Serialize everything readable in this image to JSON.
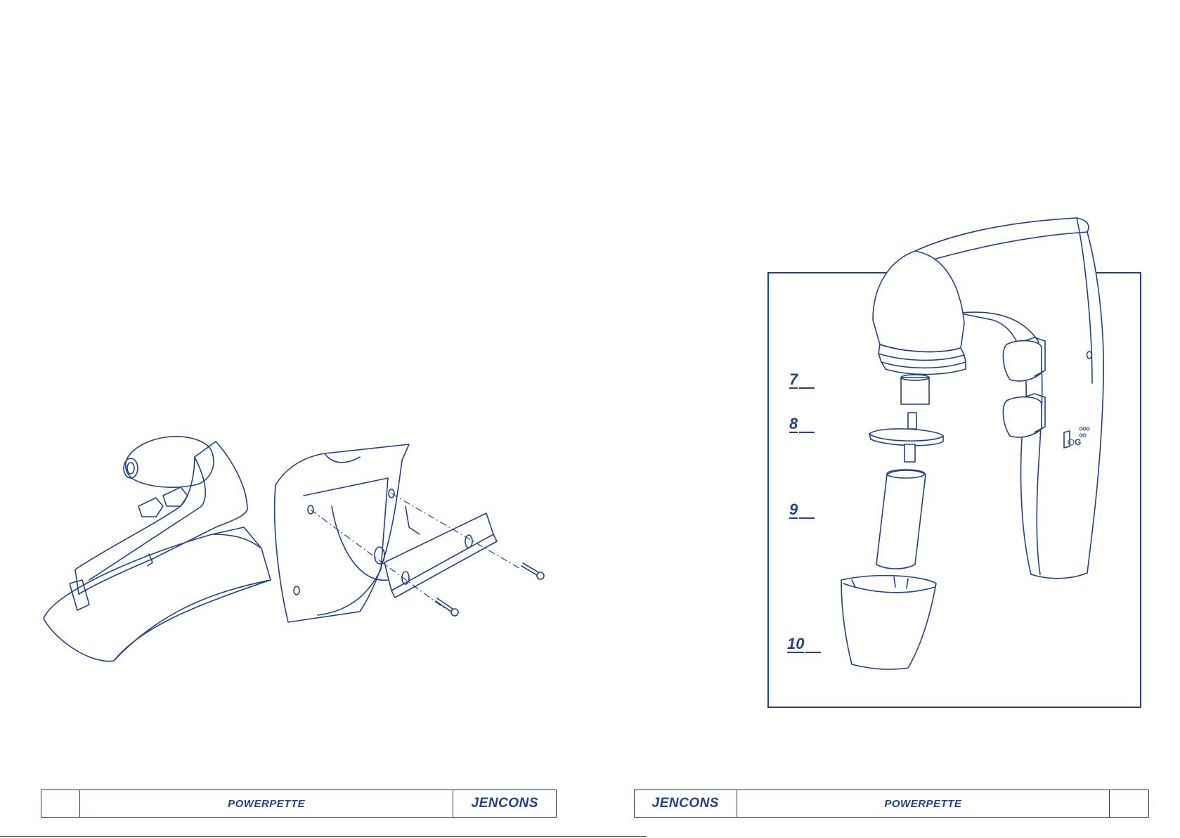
{
  "diagram": {
    "part_labels": [
      {
        "number": "7"
      },
      {
        "number": "8"
      },
      {
        "number": "9"
      },
      {
        "number": "10"
      }
    ]
  },
  "footer_left": {
    "page_number": "",
    "brand_center": "POWERPETTE",
    "brand_right": "JENCONS"
  },
  "footer_right": {
    "brand_left": "JENCONS",
    "brand_center": "POWERPETTE",
    "page_number": ""
  },
  "colors": {
    "ink": "#1f3f9a",
    "background": "#ffffff"
  }
}
